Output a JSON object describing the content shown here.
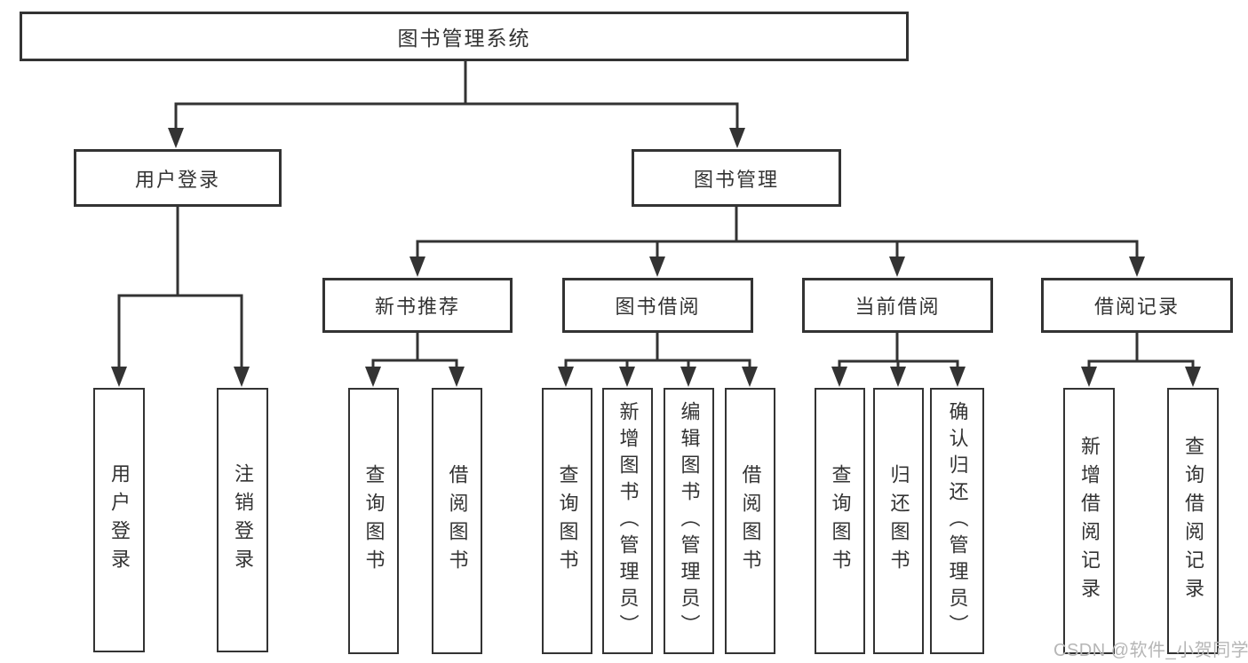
{
  "diagram": {
    "root": {
      "label": "图书管理系统"
    },
    "branches": [
      {
        "label": "用户登录",
        "children": [
          {
            "label": "用户登录"
          },
          {
            "label": "注销登录"
          }
        ]
      },
      {
        "label": "图书管理",
        "children": [
          {
            "label": "新书推荐",
            "children": [
              {
                "label": "查询图书"
              },
              {
                "label": "借阅图书"
              }
            ]
          },
          {
            "label": "图书借阅",
            "children": [
              {
                "label": "查询图书"
              },
              {
                "label": "新增图书（管理员）"
              },
              {
                "label": "编辑图书（管理员）"
              },
              {
                "label": "借阅图书"
              }
            ]
          },
          {
            "label": "当前借阅",
            "children": [
              {
                "label": "查询图书"
              },
              {
                "label": "归还图书"
              },
              {
                "label": "确认归还（管理员）"
              }
            ]
          },
          {
            "label": "借阅记录",
            "children": [
              {
                "label": "新增借阅记录"
              },
              {
                "label": "查询借阅记录"
              }
            ]
          }
        ]
      }
    ]
  },
  "watermark": {
    "text": "CSDN @软件_小贺同学"
  },
  "colors": {
    "line": "#333333",
    "text": "#333333",
    "watermark": "#b6b6b6",
    "background": "#ffffff"
  }
}
